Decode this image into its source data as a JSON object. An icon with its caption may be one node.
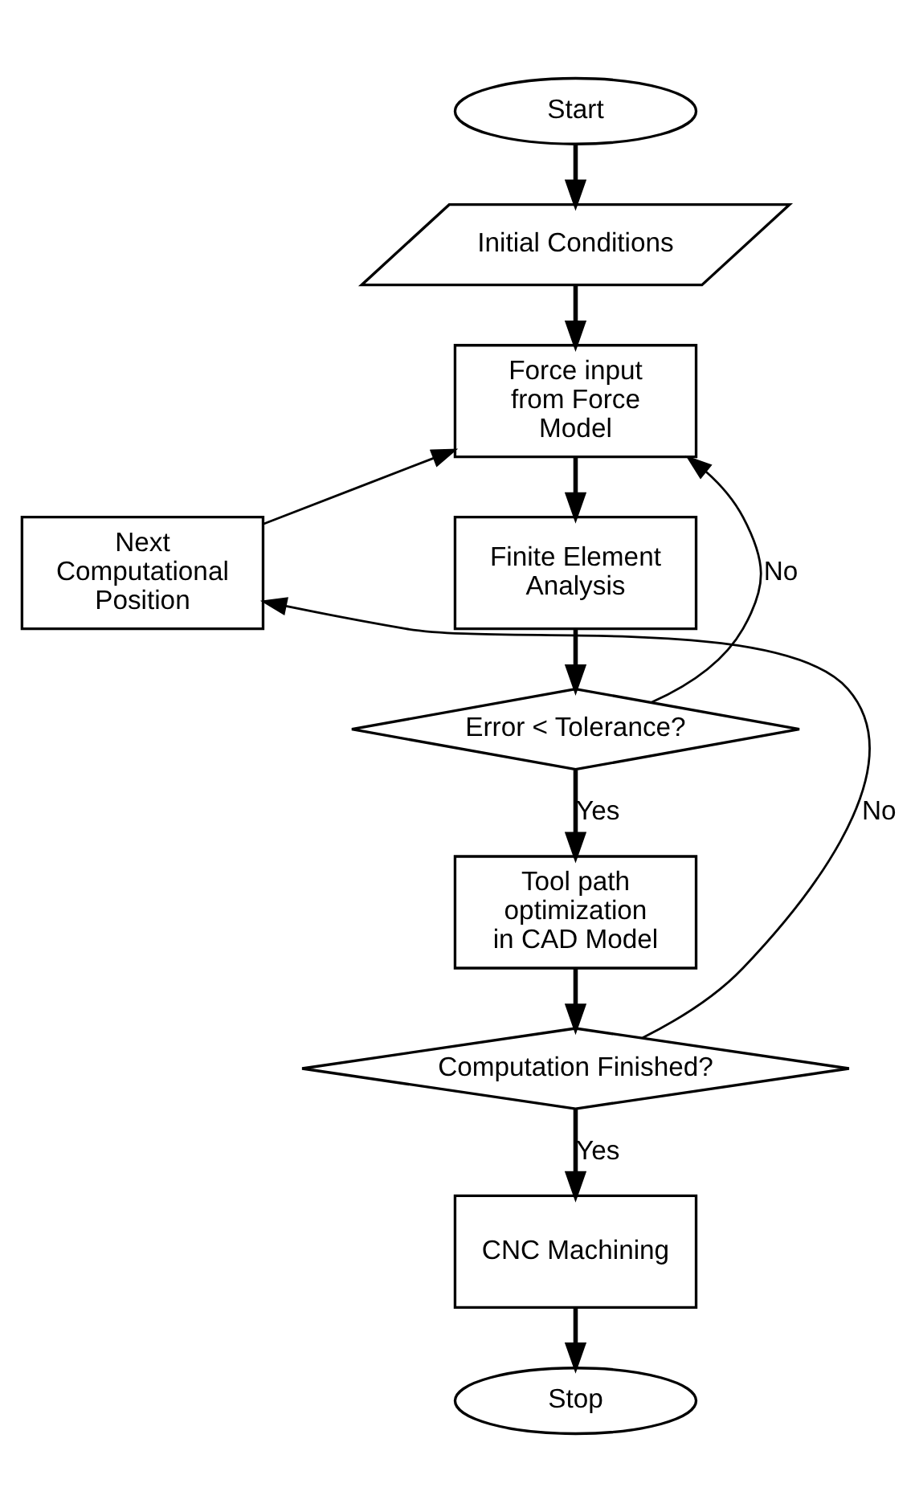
{
  "diagram": {
    "nodes": [
      {
        "text": [
          "Start"
        ]
      },
      {
        "text": [
          "Initial Conditions"
        ]
      },
      {
        "text": [
          "Force input from Force Model"
        ]
      },
      {
        "text": [
          "Next Computational Position"
        ]
      },
      {
        "text": [
          "Finite Element Analysis"
        ]
      },
      {
        "text": [
          "Error < Tolerance?"
        ]
      },
      {
        "text": [
          "Tool path optimization in CAD Model"
        ]
      },
      {
        "text": [
          "Computation Finished?"
        ]
      },
      {
        "text": [
          "CNC Machining"
        ]
      },
      {
        "text": [
          "Stop"
        ]
      }
    ],
    "edges": [
      {
        "from": 0,
        "to": 1,
        "arrow": "to"
      },
      {
        "from": 1,
        "to": 2,
        "arrow": "to"
      },
      {
        "from": 2,
        "to": 4,
        "arrow": "to"
      },
      {
        "from": 4,
        "to": 5,
        "arrow": "to"
      },
      {
        "from": 5,
        "to": 2,
        "label": "No",
        "arrow": "to"
      },
      {
        "from": 5,
        "to": 6,
        "label": "Yes",
        "arrow": "to"
      },
      {
        "from": 6,
        "to": 7,
        "arrow": "to"
      },
      {
        "from": 7,
        "to": 3,
        "label": "No",
        "arrow": "to"
      },
      {
        "from": 3,
        "to": 2,
        "arrow": "to"
      },
      {
        "from": 7,
        "to": 8,
        "label": "Yes",
        "arrow": "to"
      },
      {
        "from": 8,
        "to": 9,
        "arrow": "to"
      }
    ]
  }
}
